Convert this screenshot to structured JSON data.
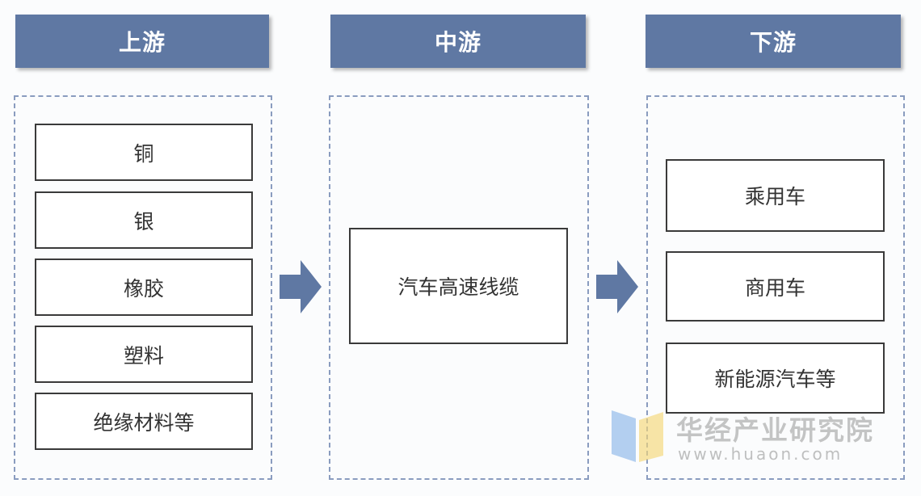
{
  "columns": {
    "upstream": {
      "title": "上游",
      "items": [
        "铜",
        "银",
        "橡胶",
        "塑料",
        "绝缘材料等"
      ]
    },
    "midstream": {
      "title": "中游",
      "items": [
        "汽车高速线缆"
      ]
    },
    "downstream": {
      "title": "下游",
      "items": [
        "乘用车",
        "商用车",
        "新能源汽车等"
      ]
    }
  },
  "watermark": {
    "name": "华经产业研究院",
    "url": "www.huaon.com"
  },
  "colors": {
    "header": "#5f78a3",
    "arrow": "#5f78a3",
    "dashed_border": "#8a9cbf",
    "box_border": "#3a3a3a"
  }
}
